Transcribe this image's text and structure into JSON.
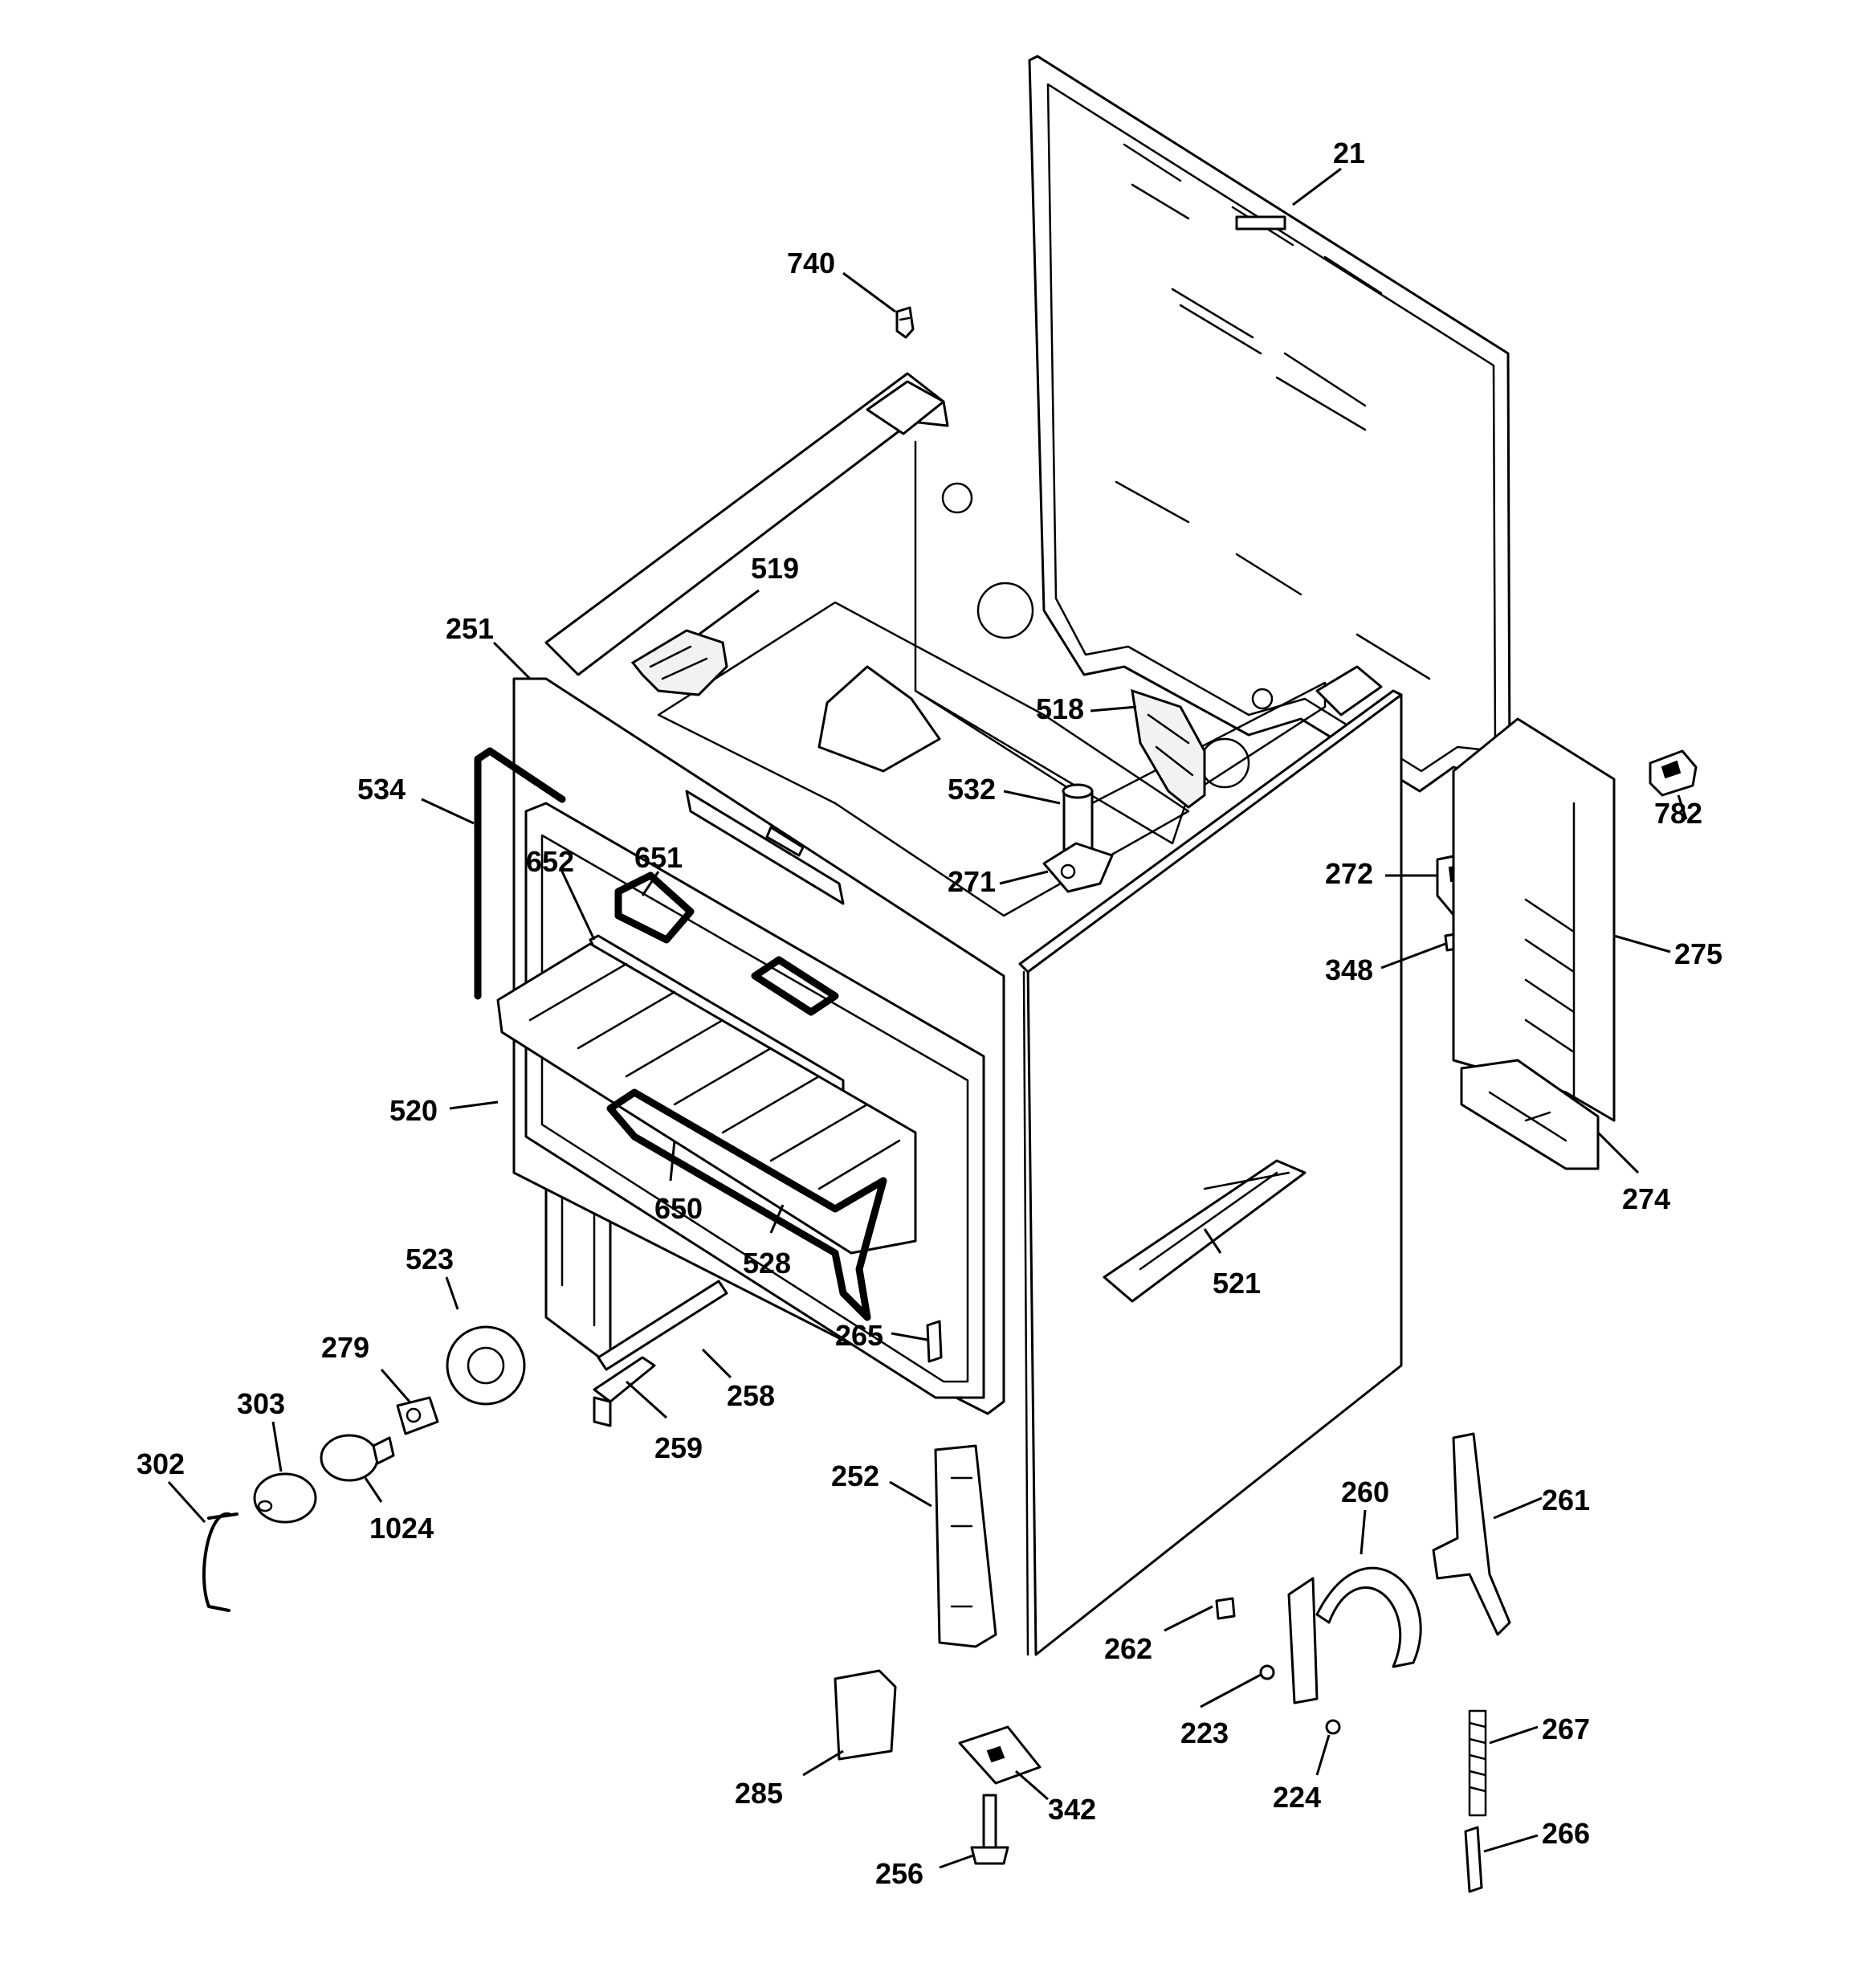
{
  "callouts": {
    "p21": "21",
    "p740": "740",
    "p519": "519",
    "p251": "251",
    "p534": "534",
    "p518": "518",
    "p532": "532",
    "p271": "271",
    "p652": "652",
    "p651": "651",
    "p272": "272",
    "p782": "782",
    "p348": "348",
    "p275": "275",
    "p520": "520",
    "p274": "274",
    "p650": "650",
    "p528": "528",
    "p521": "521",
    "p523": "523",
    "p265": "265",
    "p279": "279",
    "p258": "258",
    "p303": "303",
    "p259": "259",
    "p302": "302",
    "p252": "252",
    "p260": "260",
    "p261": "261",
    "p1024": "1024",
    "p262": "262",
    "p223": "223",
    "p224": "224",
    "p267": "267",
    "p285": "285",
    "p342": "342",
    "p256": "256",
    "p266": "266"
  }
}
